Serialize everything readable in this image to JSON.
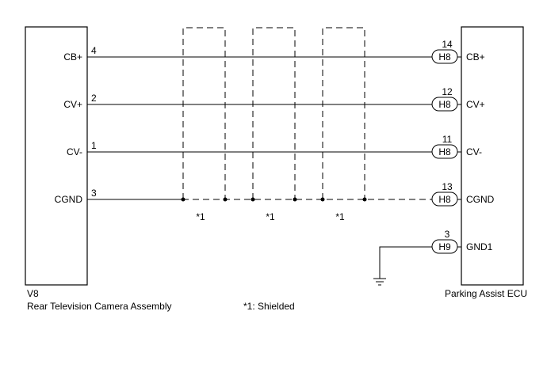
{
  "left_component": {
    "code": "V8",
    "name": "Rear Television Camera Assembly",
    "pins": [
      {
        "label": "CB+",
        "number": "4"
      },
      {
        "label": "CV+",
        "number": "2"
      },
      {
        "label": "CV-",
        "number": "1"
      },
      {
        "label": "CGND",
        "number": "3"
      }
    ]
  },
  "right_component": {
    "name": "Parking Assist ECU",
    "pins": [
      {
        "number": "14",
        "connector": "H8",
        "label": "CB+"
      },
      {
        "number": "12",
        "connector": "H8",
        "label": "CV+"
      },
      {
        "number": "11",
        "connector": "H8",
        "label": "CV-"
      },
      {
        "number": "13",
        "connector": "H8",
        "label": "CGND"
      },
      {
        "number": "3",
        "connector": "H9",
        "label": "GND1"
      }
    ]
  },
  "shield_marks": [
    "*1",
    "*1",
    "*1"
  ],
  "legend": "*1: Shielded"
}
